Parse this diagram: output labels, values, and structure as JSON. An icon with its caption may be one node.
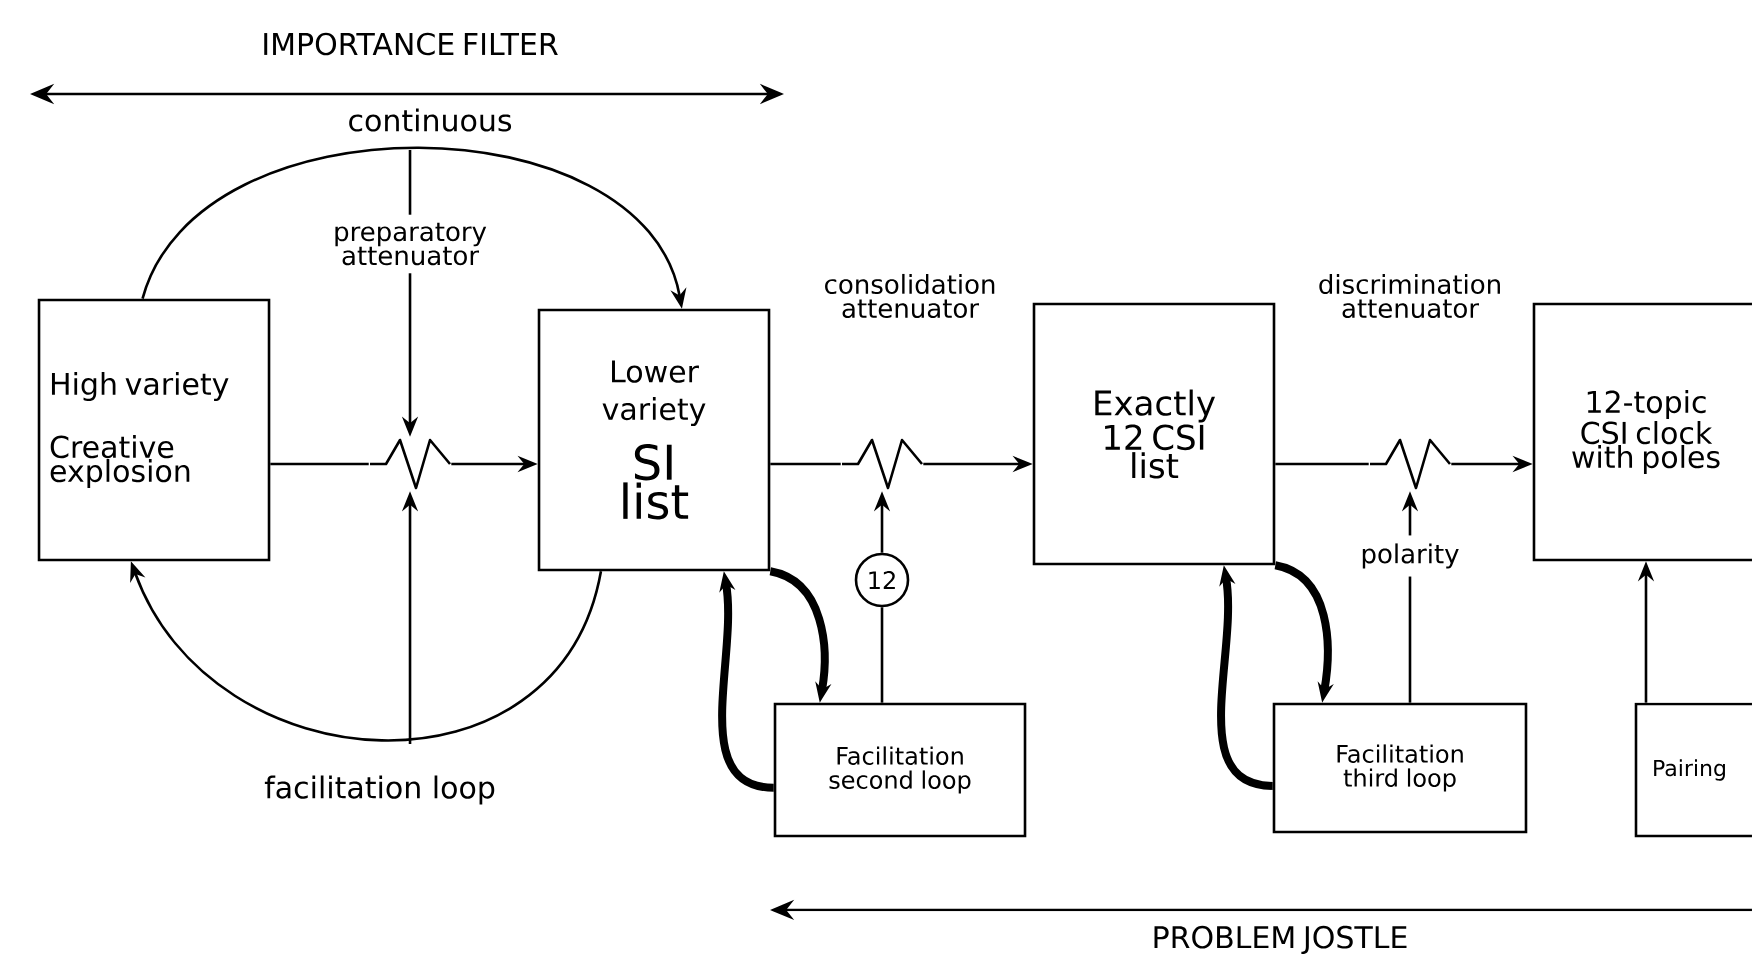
{
  "diagram": {
    "nodes": [
      {
        "text": [
          "High variety",
          "Creative explosion"
        ]
      },
      {
        "text": [
          "Lower variety",
          "SI list"
        ]
      },
      {
        "text": [
          "Exactly 12 CSI list"
        ]
      },
      {
        "text": [
          "12-topic CSI clock with poles"
        ]
      },
      {
        "text": [
          "Facilitation second loop"
        ]
      },
      {
        "text": [
          "Facilitation third loop"
        ]
      },
      {
        "text": [
          "Pairing"
        ]
      },
      {
        "text": [
          "12"
        ]
      },
      {
        "text": [
          "preparatory attenuator"
        ]
      },
      {
        "text": [
          "polarity"
        ]
      },
      {
        "text": [],
        "shape": "resistor"
      },
      {
        "text": [],
        "shape": "resistor"
      },
      {
        "text": [],
        "shape": "resistor"
      }
    ],
    "edges": [
      {
        "from": 0,
        "to": 1,
        "arrow": "to",
        "label": "continuous"
      },
      {
        "from": 1,
        "to": 0,
        "arrow": "to",
        "label": "facilitation loop"
      },
      {
        "from": 0,
        "to": 10,
        "arrow": "none"
      },
      {
        "from": 10,
        "to": 1,
        "arrow": "to"
      },
      {
        "from": 8,
        "to": 10,
        "arrow": "to"
      },
      {
        "from": null,
        "to": 8,
        "arrow": "none"
      },
      {
        "from": null,
        "to": 10,
        "arrow": "to"
      },
      {
        "from": 1,
        "to": 11,
        "arrow": "none"
      },
      {
        "from": 11,
        "to": 2,
        "arrow": "to"
      },
      {
        "from": 7,
        "to": 11,
        "arrow": "to"
      },
      {
        "from": 4,
        "to": 7,
        "arrow": "none"
      },
      {
        "from": 2,
        "to": 12,
        "arrow": "none"
      },
      {
        "from": 12,
        "to": 3,
        "arrow": "to"
      },
      {
        "from": 9,
        "to": 12,
        "arrow": "to"
      },
      {
        "from": 5,
        "to": 9,
        "arrow": "none"
      },
      {
        "from": 6,
        "to": 3,
        "arrow": "to"
      },
      {
        "from": 1,
        "to": 4,
        "arrow": "to",
        "style": "thick"
      },
      {
        "from": 4,
        "to": 1,
        "arrow": "to",
        "style": "thick"
      },
      {
        "from": 2,
        "to": 5,
        "arrow": "to",
        "style": "thick"
      },
      {
        "from": 5,
        "to": 2,
        "arrow": "to",
        "style": "thick"
      }
    ],
    "labels": [
      "IMPORTANCE FILTER",
      "consolidation attenuator",
      "discrimination attenuator",
      "PROBLEM JOSTLE"
    ]
  }
}
